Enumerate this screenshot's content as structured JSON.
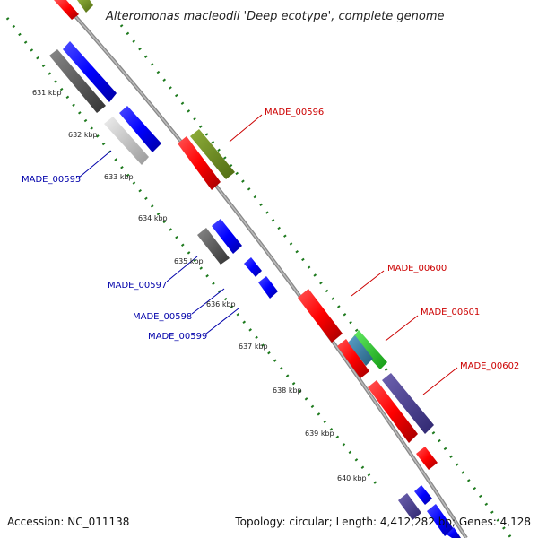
{
  "title": "Alteromonas macleodii 'Deep ecotype', complete genome",
  "accession": "Accession: NC_011138",
  "topology": "Topology: circular; Length: 4,412,282 bp; Genes: 4,128",
  "kbp_ticks": [
    "631 kbp",
    "632 kbp",
    "633 kbp",
    "634 kbp",
    "635 kbp",
    "636 kbp",
    "637 kbp",
    "638 kbp",
    "639 kbp",
    "640 kbp"
  ],
  "gene_labels_forward": [
    "MADE_00596",
    "MADE_00600",
    "MADE_00601",
    "MADE_00602"
  ],
  "gene_labels_reverse": [
    "MADE_00595",
    "MADE_00597",
    "MADE_00598",
    "MADE_00599"
  ],
  "colors": {
    "forward_label": "#cc0000",
    "reverse_label": "#0000aa",
    "red_gene": "#ff1a1a",
    "blue_gene": "#1a1aff",
    "olive_gene": "#6b8e23",
    "green_gene": "#33cc33",
    "purple_gene": "#4b3f8c",
    "dark_gray_gene": "#555555",
    "light_gray_gene": "#c8c8c8",
    "dotted_track": "#1e7a1e"
  }
}
